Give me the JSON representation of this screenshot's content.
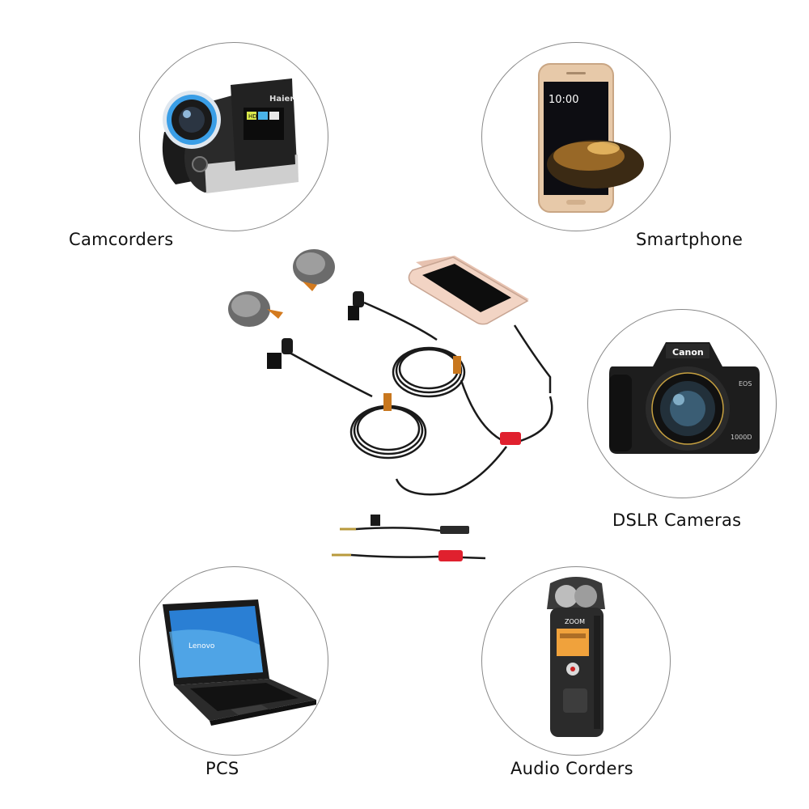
{
  "devices": [
    {
      "id": "camcorder",
      "label": "Camcorders",
      "icon": "camcorder-icon",
      "brand": "Haier",
      "screen_badge": "HD"
    },
    {
      "id": "smartphone",
      "label": "Smartphone",
      "icon": "smartphone-icon",
      "clock": "10:00"
    },
    {
      "id": "dslr",
      "label": "DSLR Cameras",
      "icon": "dslr-camera-icon",
      "brand": "Canon",
      "model": "1000D",
      "mode": "EOS"
    },
    {
      "id": "pc",
      "label": "PCS",
      "icon": "laptop-icon",
      "brand": "Lenovo"
    },
    {
      "id": "audio",
      "label": "Audio Corders",
      "icon": "audio-recorder-icon",
      "brand": "ZOOM"
    }
  ],
  "colors": {
    "circle_border": "#8a8a8a",
    "cable": "#1a1a1a",
    "splitter": "#e0202e",
    "velcro_tag": "#c8771e",
    "screen_blue": "#2a7fd4",
    "phone_gold": "#d9b48a"
  }
}
